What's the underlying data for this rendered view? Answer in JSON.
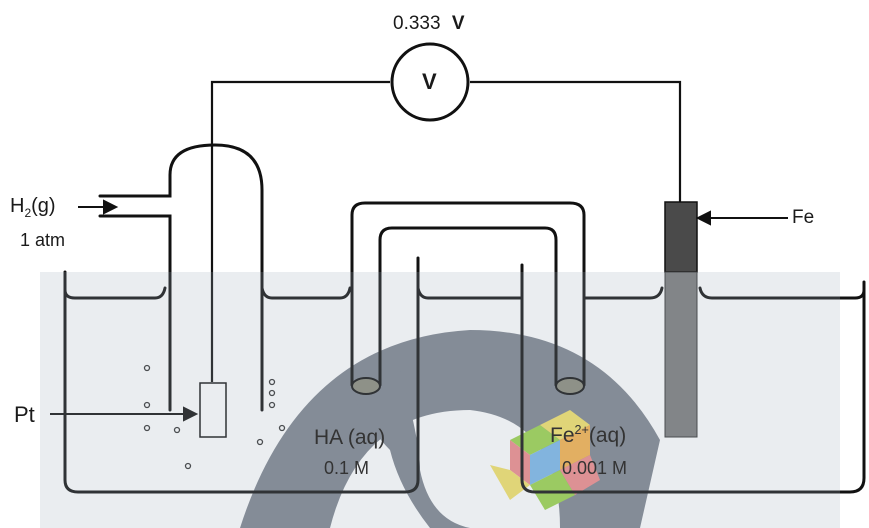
{
  "voltmeter": {
    "reading": "0.333",
    "unit": "V",
    "symbol": "V"
  },
  "labels": {
    "h2_gas": {
      "main": "H",
      "sub": "2",
      "rest": "(g)"
    },
    "pressure": "1 atm",
    "platinum": "Pt",
    "iron": "Fe",
    "left_solution": {
      "name": "HA (aq)",
      "conc": "0.1 M"
    },
    "right_solution": {
      "ion": "Fe",
      "charge": "2+",
      "state": "(aq)",
      "conc": "0.001 M"
    }
  },
  "colors": {
    "line": "#111111",
    "electrode_fe": "#4a4a4a",
    "electrode_fe_bottom": "#7a7a7a",
    "frit": "#8a8a7a",
    "watermark": "#6f7682"
  }
}
